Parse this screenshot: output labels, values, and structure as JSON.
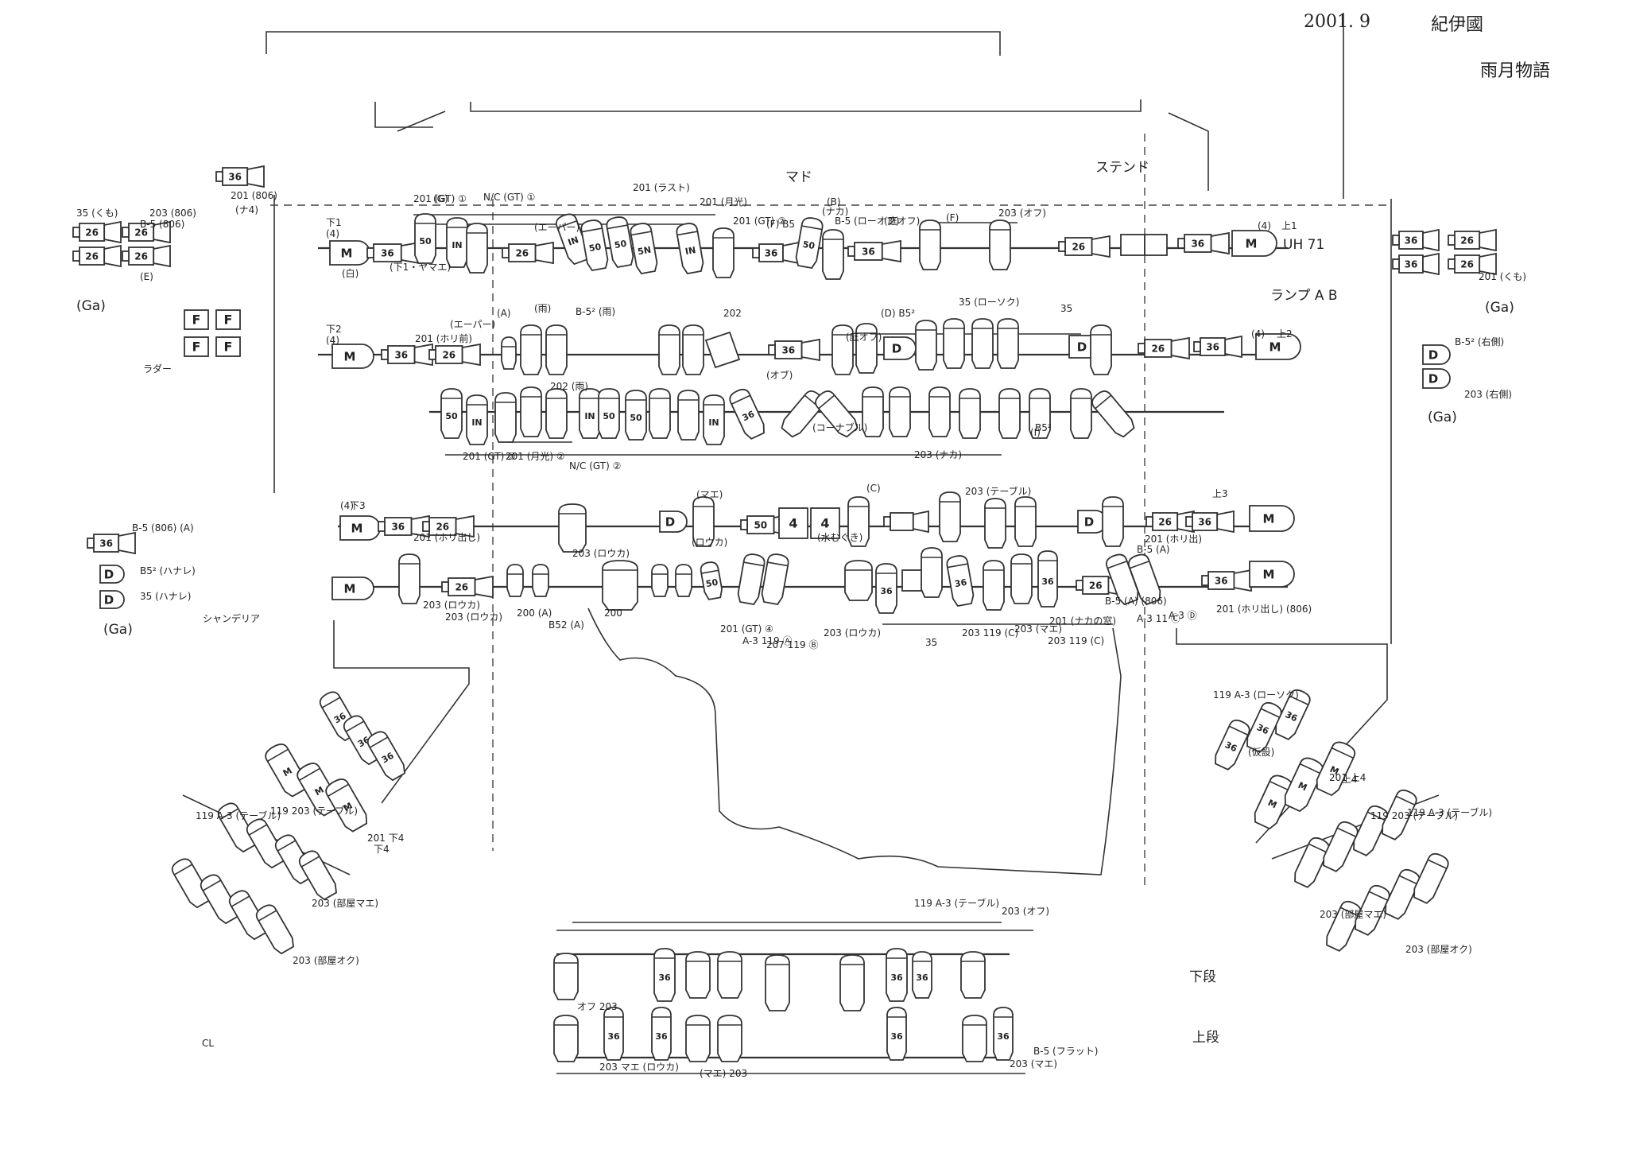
{
  "header": {
    "date": "2001. 9",
    "theater": "紀伊國",
    "title": "雨月物語"
  },
  "labels": {
    "mado": "マド",
    "stand": "ステンド",
    "lamp": "ランプ A B",
    "chandelier": "シャンデリア",
    "cl": "CL",
    "lower_tier": "下段",
    "upper_tier": "上段",
    "uh": "UH 71",
    "ladder": "ラダー",
    "ga": "(Ga)"
  },
  "batten_names": [
    "下1",
    "下2",
    "下3",
    "上1",
    "上2",
    "上3",
    "上4",
    "下4"
  ],
  "mode_tags": [
    "(4)"
  ],
  "fixture_types": [
    "M",
    "36",
    "26",
    "50",
    "IN",
    "5N",
    "F",
    "D",
    "4"
  ],
  "fixture_notes": [
    "201 (806)",
    "203 (806)",
    "B-5 (806)",
    "35 (くも)",
    "(E)",
    "201 (GT) ①",
    "N/C (GT) ①",
    "201 (ラスト)",
    "201 (月光)",
    "(エーパー)",
    "201 (GT) ②",
    "(F) B5",
    "B-5 (ローオフ)",
    "(庭オフ)",
    "203 (オフ)",
    "(下1・ヤマエ)",
    "(白)",
    "(G)",
    "(B)",
    "(F)",
    "201 (ホリ前)",
    "(エーパー)",
    "(A)",
    "(雨)",
    "B-5² (雨)",
    "202",
    "(D) B5²",
    "35 (ローソク)",
    "35",
    "(庭オフ)",
    "201 (GT) ③",
    "201 (月光) ②",
    "N/C (GT) ②",
    "202 (雨)",
    "(オブ)",
    "(コーナブル)",
    "(I)",
    "203 (ナカ)",
    "B5²",
    "201 (ホリ出し)",
    "203 (ロウカ)",
    "(マエ)",
    "203 (テーブル)",
    "(ロウカ)",
    "(水むぐき)",
    "(C)",
    "201 (ホリ出)",
    "B-5 (A)",
    "203 (ロウカ)",
    "203 (ロウカ)",
    "200 (A)",
    "B52 (A)",
    "200",
    "201 (GT) ④",
    "A-3 119 Ⓐ",
    "207 119 Ⓑ",
    "203 (ロウカ)",
    "35",
    "203 119 (C)",
    "203 (マエ)",
    "201 (ナカの窓)",
    "203 119 (C)",
    "B-5 (A) (806)",
    "A-3 11 Ⓒ",
    "A-3 Ⓓ",
    "201 (ホリ出し) (806)",
    "119 A-3 (ローソク)",
    "119 A-3 (テーブル)",
    "119 203 (テーブル)",
    "203 (部屋マエ)",
    "203 (部屋オク)",
    "201 下4",
    "119 A-3 (テーブル)",
    "119 203 (テーブル)",
    "201 上4",
    "203 (部屋マエ)",
    "203 (部屋オク)",
    "(仮設)",
    "119 A-3 (テーブル)",
    "203 (オフ)",
    "オフ 203",
    "203 (マエ)",
    "203 マエ (ロウカ)",
    "(マエ) 203",
    "B-5 (フラット)",
    "B5² (ハナレ)",
    "35 (ハナレ)",
    "B-5 (806) (A)",
    "B-5² (右側)",
    "203 (右側)",
    "(ナカ)",
    "201 (くも)",
    "(ナ4)"
  ]
}
